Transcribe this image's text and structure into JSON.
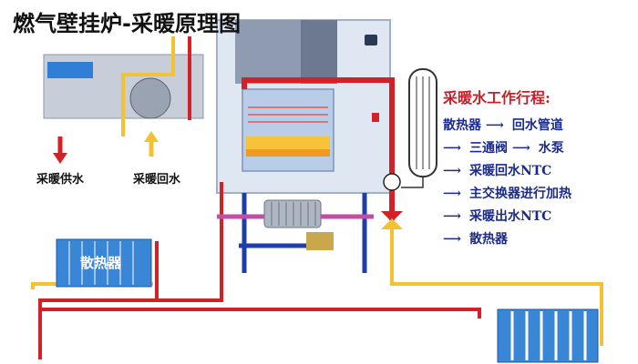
{
  "title": "燃气壁挂炉-采暖原理图",
  "labels": {
    "supply": "采暖供水",
    "return": "采暖回水",
    "radiator": "散热器"
  },
  "process": {
    "title": "采暖水工作行程:",
    "steps": [
      {
        "text": "散热器",
        "next": "回水管道",
        "arrow": "⟶"
      },
      {
        "text": "三通阀",
        "next": "水泵",
        "arrow": "⟶"
      },
      {
        "text": "采暖回水NTC",
        "next": "",
        "arrow": "⟶"
      },
      {
        "text": "主交换器进行加热",
        "next": "",
        "arrow": "⟶"
      },
      {
        "text": "采暖出水NTC",
        "next": "",
        "arrow": "⟶"
      },
      {
        "text": "散热器",
        "next": "",
        "arrow": "⟶"
      }
    ]
  },
  "colors": {
    "hot_pipe": "#d42027",
    "cold_pipe": "#1f3fa8",
    "yellow_pipe": "#f2c230",
    "boiler_body": "#b9cde8",
    "radiator": "#3a86d6",
    "text_red": "#c8202a",
    "text_blue": "#1b2a8f"
  }
}
